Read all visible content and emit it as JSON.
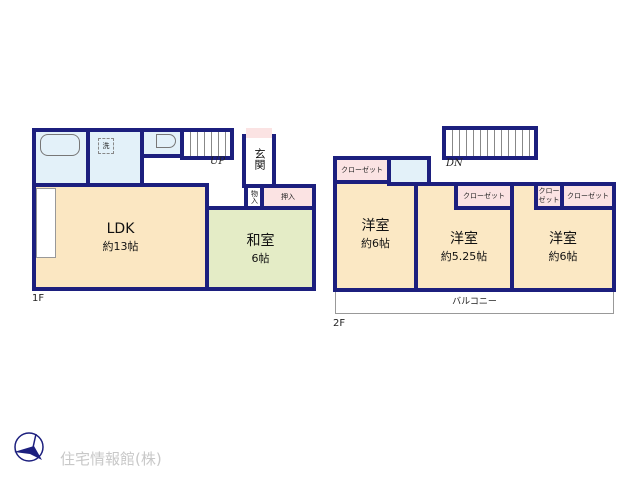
{
  "floor1": {
    "label": "1F",
    "rooms": {
      "ldk": {
        "name": "LDK",
        "size": "約13帖"
      },
      "washitsu": {
        "name": "和室",
        "size": "6帖"
      },
      "wash": "洗",
      "genkan": "玄関",
      "storage": "物入",
      "closet": "押入",
      "stairs": "UP"
    }
  },
  "floor2": {
    "label": "2F",
    "rooms": [
      {
        "name": "洋室",
        "size": "約6帖"
      },
      {
        "name": "洋室",
        "size": "約5.25帖"
      },
      {
        "name": "洋室",
        "size": "約6帖"
      }
    ],
    "closets": [
      "クローゼット",
      "クローゼット",
      "クロー ゼット",
      "クローゼット"
    ],
    "stairs": "DN",
    "balcony": "バルコニー"
  },
  "company": "住宅情報館(株)",
  "colors": {
    "wall": "#1c1f7e",
    "ldk": "#fbe7c2",
    "washitsu": "#e4ecc6",
    "wet": "#e3f1f9",
    "closet": "#fbe3e3"
  }
}
